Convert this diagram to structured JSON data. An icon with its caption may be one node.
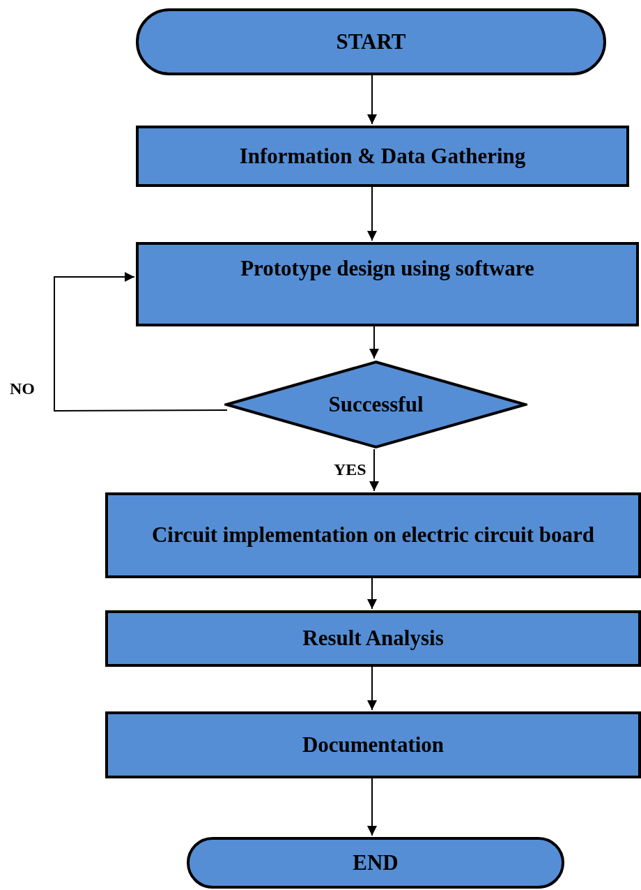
{
  "diagram": {
    "nodes": [
      {
        "text": [
          "START"
        ]
      },
      {
        "text": [
          "Information & Data Gathering"
        ]
      },
      {
        "text": [
          "Prototype design using software"
        ]
      },
      {
        "text": [
          "Successful"
        ]
      },
      {
        "text": [
          "Circuit implementation on electric circuit board"
        ]
      },
      {
        "text": [
          "Result Analysis"
        ]
      },
      {
        "text": [
          "Documentation"
        ]
      },
      {
        "text": [
          "END"
        ]
      }
    ],
    "edges": [
      {
        "from": 0,
        "to": 1,
        "arrow": "to"
      },
      {
        "from": 1,
        "to": 2,
        "arrow": "to"
      },
      {
        "from": 2,
        "to": 3,
        "arrow": "to"
      },
      {
        "from": 3,
        "to": 4,
        "arrow": "to",
        "label": "YES"
      },
      {
        "from": 4,
        "to": 5,
        "arrow": "to"
      },
      {
        "from": 5,
        "to": 6,
        "arrow": "to"
      },
      {
        "from": 6,
        "to": 7,
        "arrow": "to"
      },
      {
        "from": 3,
        "to": 2,
        "arrow": "to",
        "label": "NO"
      }
    ]
  }
}
